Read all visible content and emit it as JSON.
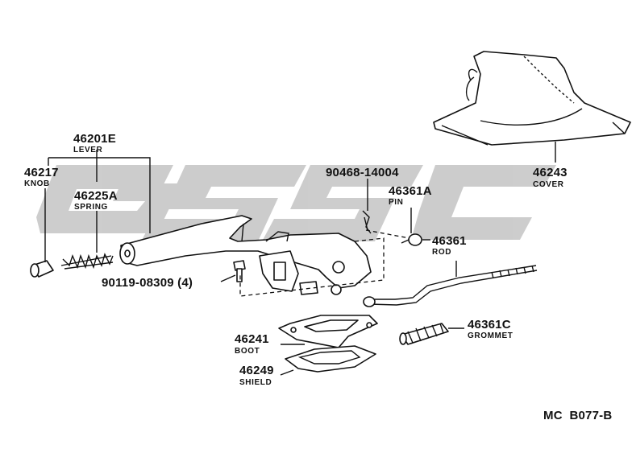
{
  "parts": [
    {
      "id": "p-46201E",
      "number": "46201E",
      "name": "LEVER"
    },
    {
      "id": "p-46217",
      "number": "46217",
      "name": "KNOB"
    },
    {
      "id": "p-46225A",
      "number": "46225A",
      "name": "SPRING"
    },
    {
      "id": "p-90119",
      "number": "90119-08309 (4)",
      "name": ""
    },
    {
      "id": "p-90468",
      "number": "90468-14004",
      "name": ""
    },
    {
      "id": "p-46361A",
      "number": "46361A",
      "name": "PIN"
    },
    {
      "id": "p-46361",
      "number": "46361",
      "name": "ROD"
    },
    {
      "id": "p-46243",
      "number": "46243",
      "name": "COVER"
    },
    {
      "id": "p-46241",
      "number": "46241",
      "name": "BOOT"
    },
    {
      "id": "p-46249",
      "number": "46249",
      "name": "SHIELD"
    },
    {
      "id": "p-46361C",
      "number": "46361C",
      "name": "GROMMET"
    }
  ],
  "footer": {
    "code": "MC  B077-B"
  },
  "watermark": {
    "text": "GSSC",
    "color": "#bdbdbd"
  }
}
